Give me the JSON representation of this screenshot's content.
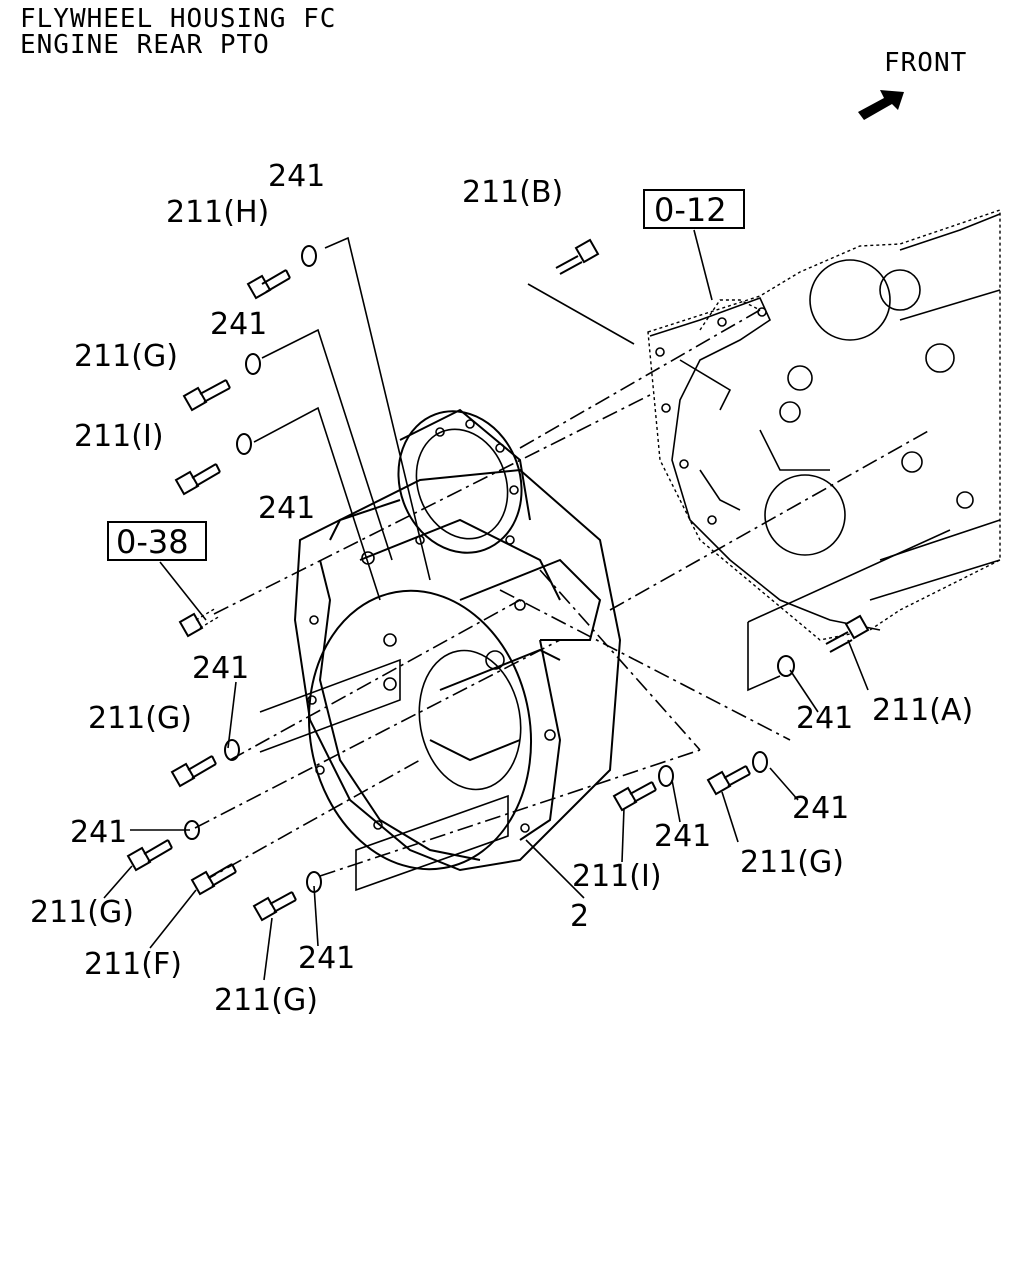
{
  "header": {
    "line1": "FLYWHEEL HOUSING FC",
    "line2": "ENGINE REAR PTO"
  },
  "front_indicator": {
    "label": "FRONT",
    "icon": "arrow-icon"
  },
  "references": {
    "ref_012": "0-12",
    "ref_038": "0-38"
  },
  "callouts": {
    "c241_top": "241",
    "c211h": "211(H)",
    "c211b": "211(B)",
    "c241_2": "241",
    "c211g_1": "211(G)",
    "c211i_1": "211(I)",
    "c241_3": "241",
    "c241_4": "241",
    "c211g_2": "211(G)",
    "c241_5": "241",
    "c211g_3": "211(G)",
    "c211f": "211(F)",
    "c211g_4": "211(G)",
    "c241_6": "241",
    "c2": "2",
    "c211i_2": "211(I)",
    "c241_7": "241",
    "c211g_5": "211(G)",
    "c241_8": "241",
    "c241_9": "241",
    "c211a": "211(A)"
  }
}
